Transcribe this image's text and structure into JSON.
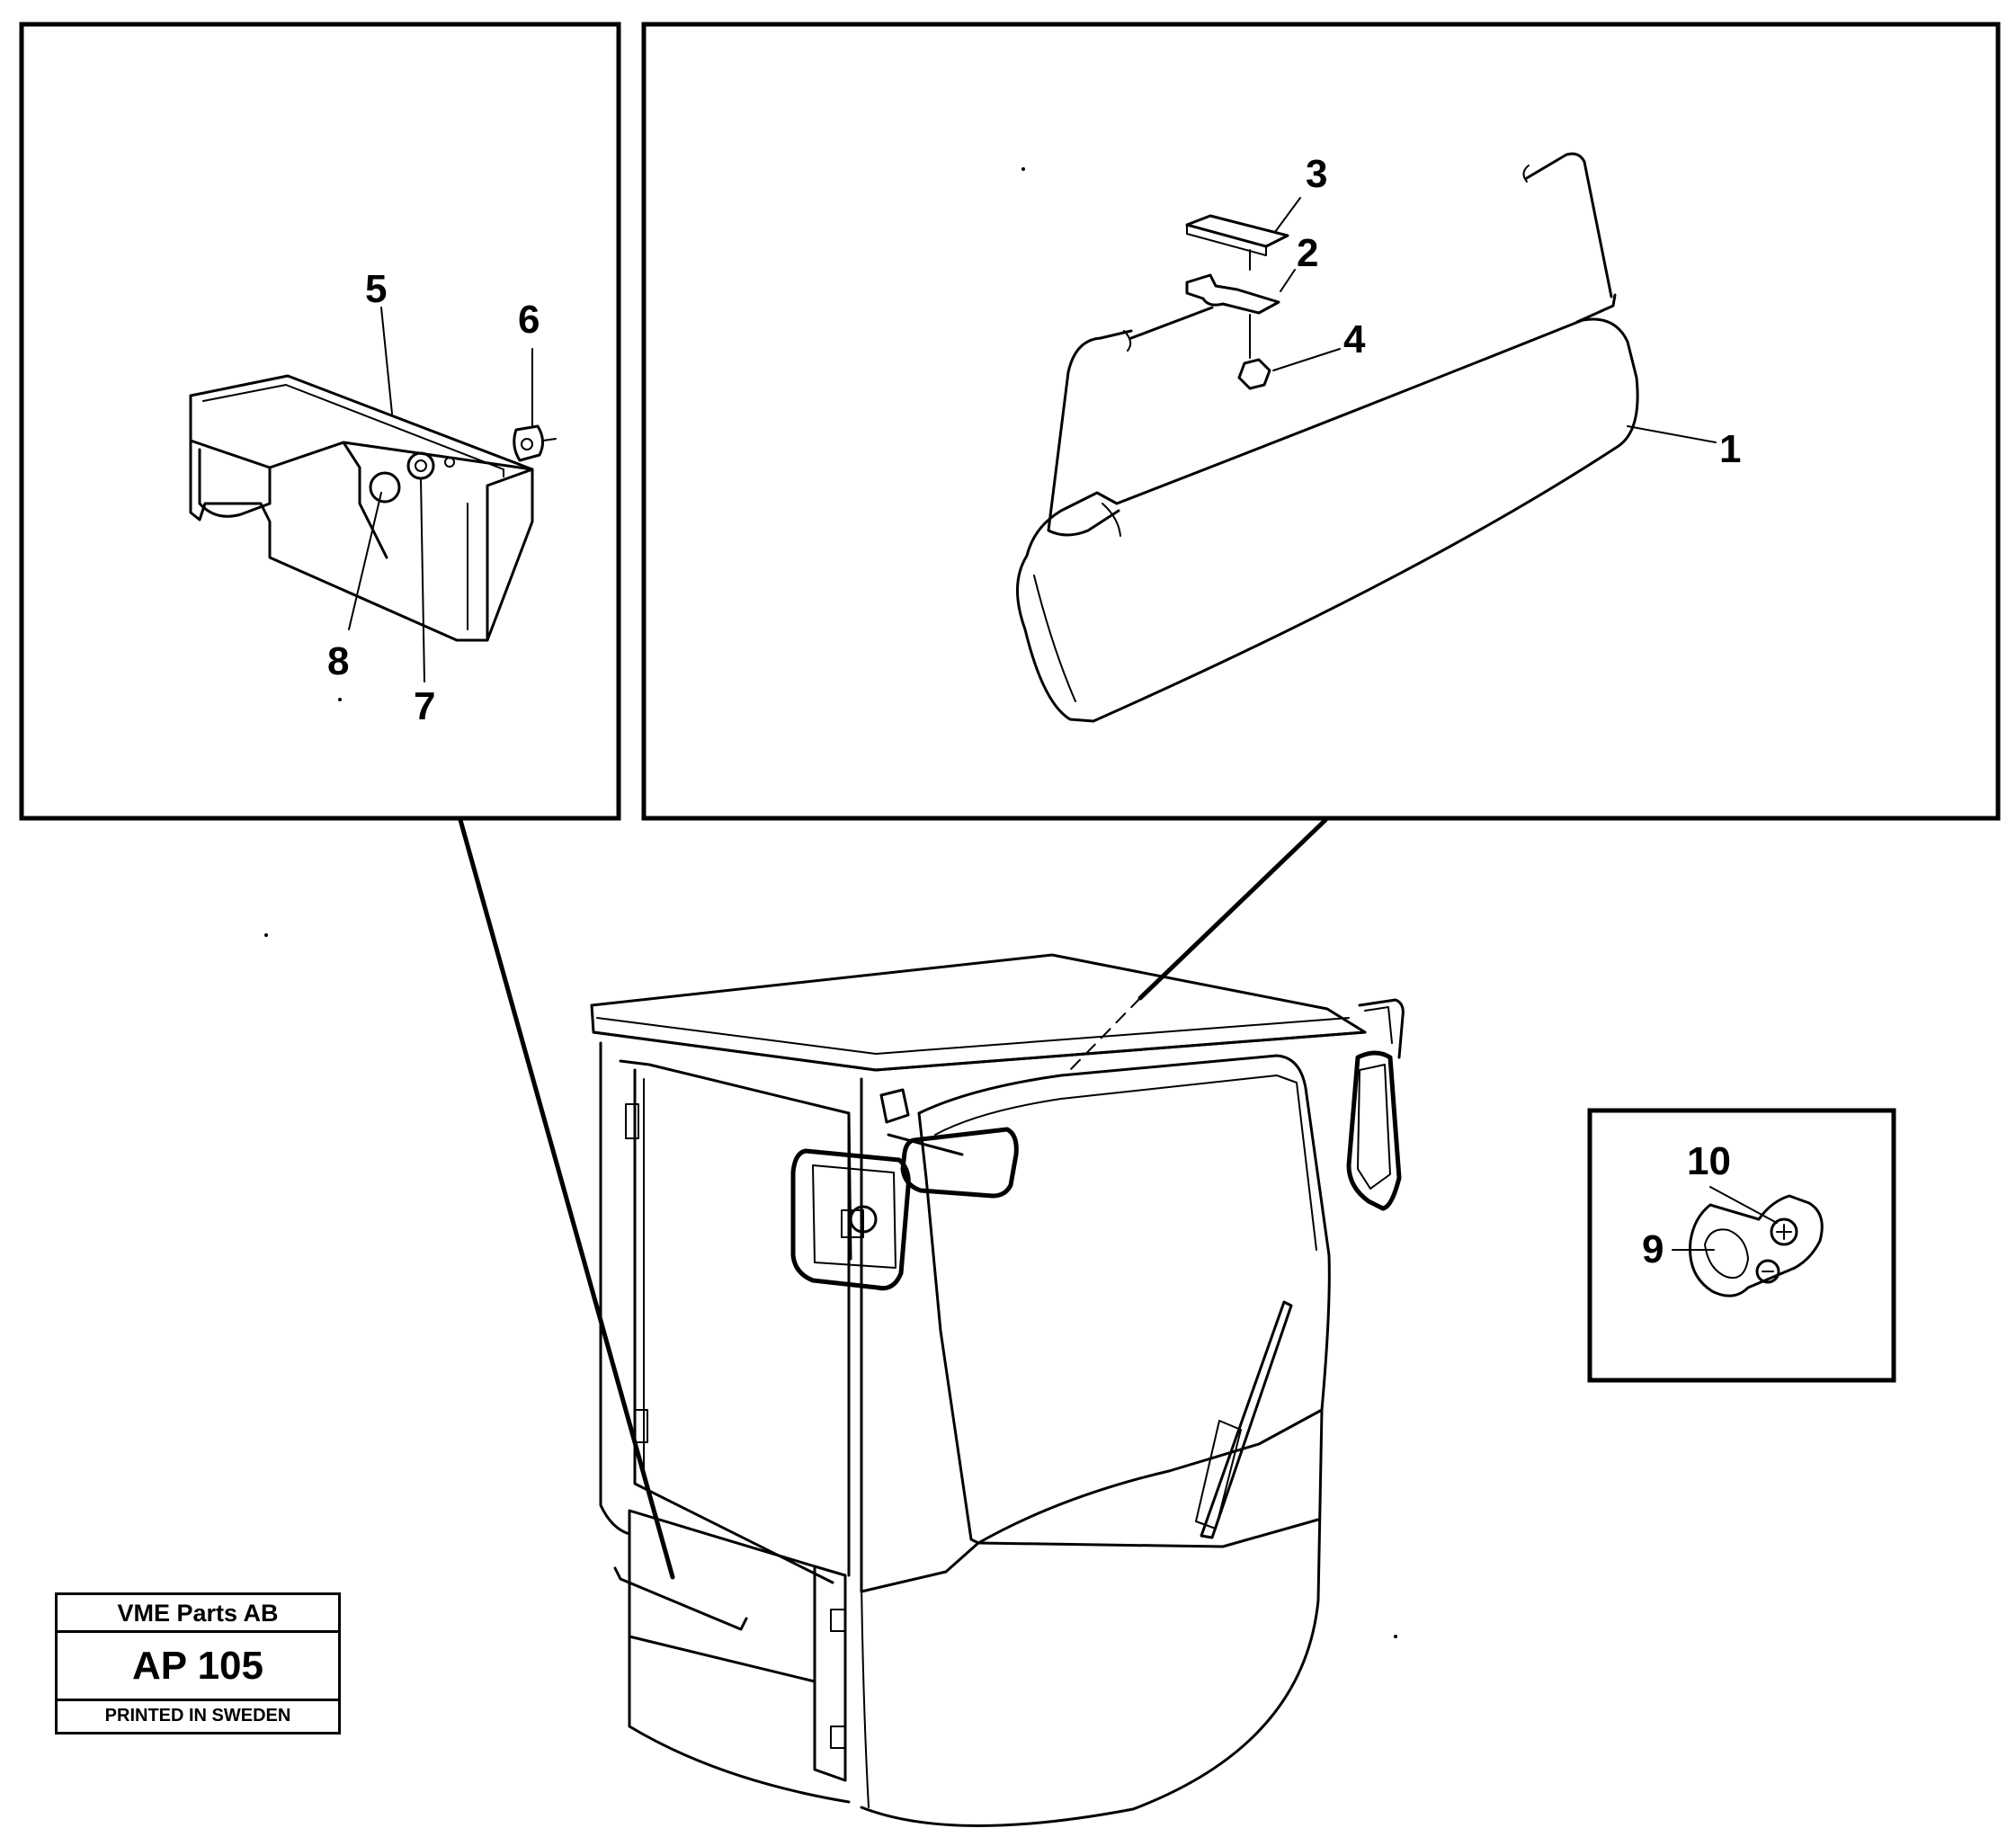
{
  "callouts": {
    "c1": "1",
    "c2": "2",
    "c3": "3",
    "c4": "4",
    "c5": "5",
    "c6": "6",
    "c7": "7",
    "c8": "8",
    "c9": "9",
    "c10": "10"
  },
  "stamp": {
    "company": "VME Parts AB",
    "code": "AP 105",
    "printed": "PRINTED IN SWEDEN"
  }
}
